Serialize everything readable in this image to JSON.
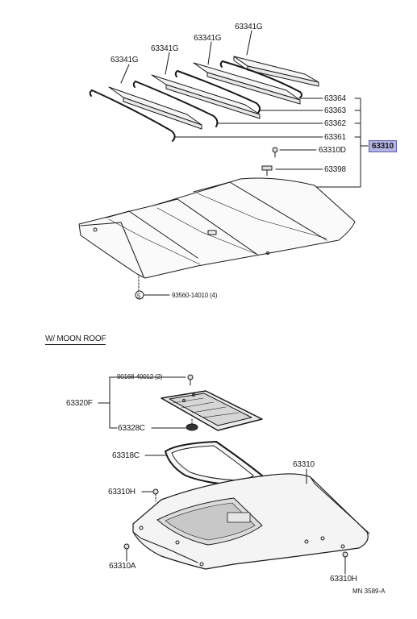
{
  "section_title": "W/ MOON ROOF",
  "diagram_code": "MN 3589-A",
  "highlight_color": "#b3b4e6",
  "labels": {
    "p63341G_a": "63341G",
    "p63341G_b": "63341G",
    "p63341G_c": "63341G",
    "p63341G_d": "63341G",
    "p63364": "63364",
    "p63363": "63363",
    "p63362": "63362",
    "p63361": "63361",
    "p63310D": "63310D",
    "p63310": "63310",
    "p63398": "63398",
    "p93560": "93560-14010 (4)",
    "p90168": "90168-40012 (2)",
    "p63320F": "63320F",
    "p63328C": "63328C",
    "p63318C": "63318C",
    "p63310_b": "63310",
    "p63310H_a": "63310H",
    "p63310A": "63310A",
    "p63310H_b": "63310H"
  }
}
